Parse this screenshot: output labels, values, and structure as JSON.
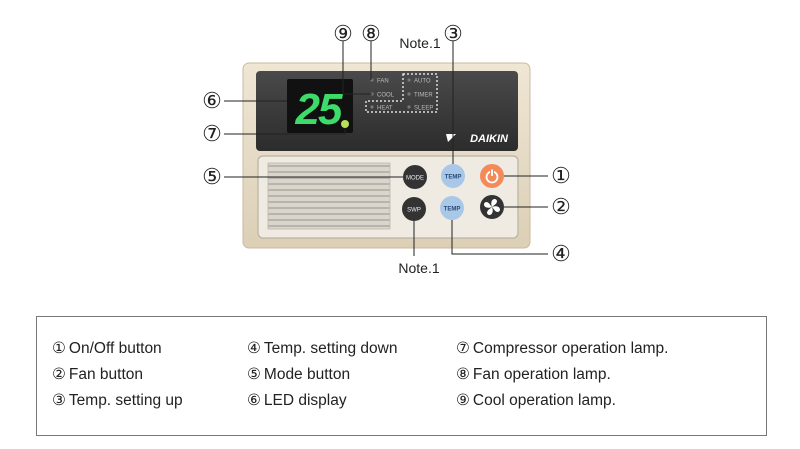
{
  "panel": {
    "display_value": "25",
    "brand": "DAIKIN",
    "status_labels": [
      "FAN",
      "COOL",
      "HEAT"
    ],
    "mode_labels": [
      "AUTO",
      "TIMER",
      "SLEEP"
    ],
    "buttons": {
      "mode": "MODE",
      "temp_up": "TEMP",
      "swp": "SWP",
      "temp_down": "TEMP"
    }
  },
  "callouts": {
    "n1": "①",
    "n2": "②",
    "n3": "③",
    "n4": "④",
    "n5": "⑤",
    "n6": "⑥",
    "n7": "⑦",
    "n8": "⑧",
    "n9": "⑨",
    "note_top": "Note.1",
    "note_bottom": "Note.1"
  },
  "legend": [
    {
      "num": "①",
      "text": "On/Off button"
    },
    {
      "num": "②",
      "text": "Fan button"
    },
    {
      "num": "③",
      "text": "Temp. setting up"
    },
    {
      "num": "④",
      "text": "Temp. setting down"
    },
    {
      "num": "⑤",
      "text": "Mode button"
    },
    {
      "num": "⑥",
      "text": "LED display"
    },
    {
      "num": "⑦",
      "text": "Compressor operation lamp."
    },
    {
      "num": "⑧",
      "text": "Fan operation lamp."
    },
    {
      "num": "⑨",
      "text": "Cool operation lamp."
    }
  ],
  "colors": {
    "panel_frame": "#e8dcc8",
    "upper_panel": "#3a3a3a",
    "lower_panel": "#eeeae2",
    "led_green": "#3ddc6a",
    "temp_button": "#a9c8e8",
    "power_button": "#f28a5a",
    "dark_button": "#3a3a3a"
  }
}
